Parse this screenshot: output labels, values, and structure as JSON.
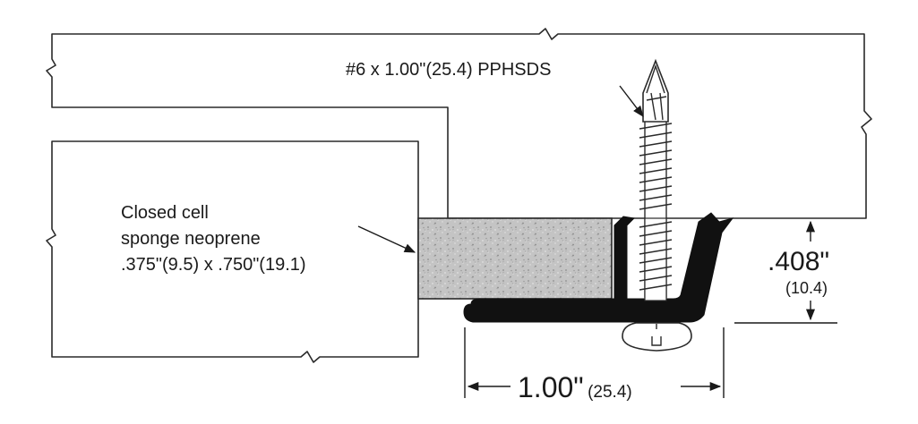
{
  "screw_label": "#6 x 1.00\"(25.4) PPHSDS",
  "neoprene_label": {
    "line1": "Closed cell",
    "line2": "sponge neoprene",
    "line3": ".375\"(9.5) x .750\"(19.1)"
  },
  "height_dimension": {
    "value": ".408\"",
    "metric": "(10.4)"
  },
  "width_dimension": {
    "value": "1.00\"",
    "metric": "(25.4)"
  },
  "colors": {
    "line": "#2a2a2a",
    "seal": "#111111",
    "foam": "#bdbdbd"
  }
}
